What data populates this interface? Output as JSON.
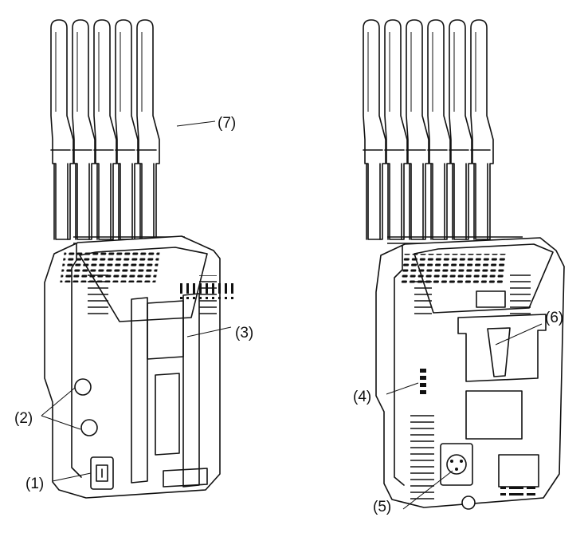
{
  "figure": {
    "callouts": {
      "c1": "(1)",
      "c2": "(2)",
      "c3": "(3)",
      "c4": "(4)",
      "c5": "(5)",
      "c6": "(6)",
      "c7": "(7)"
    }
  }
}
